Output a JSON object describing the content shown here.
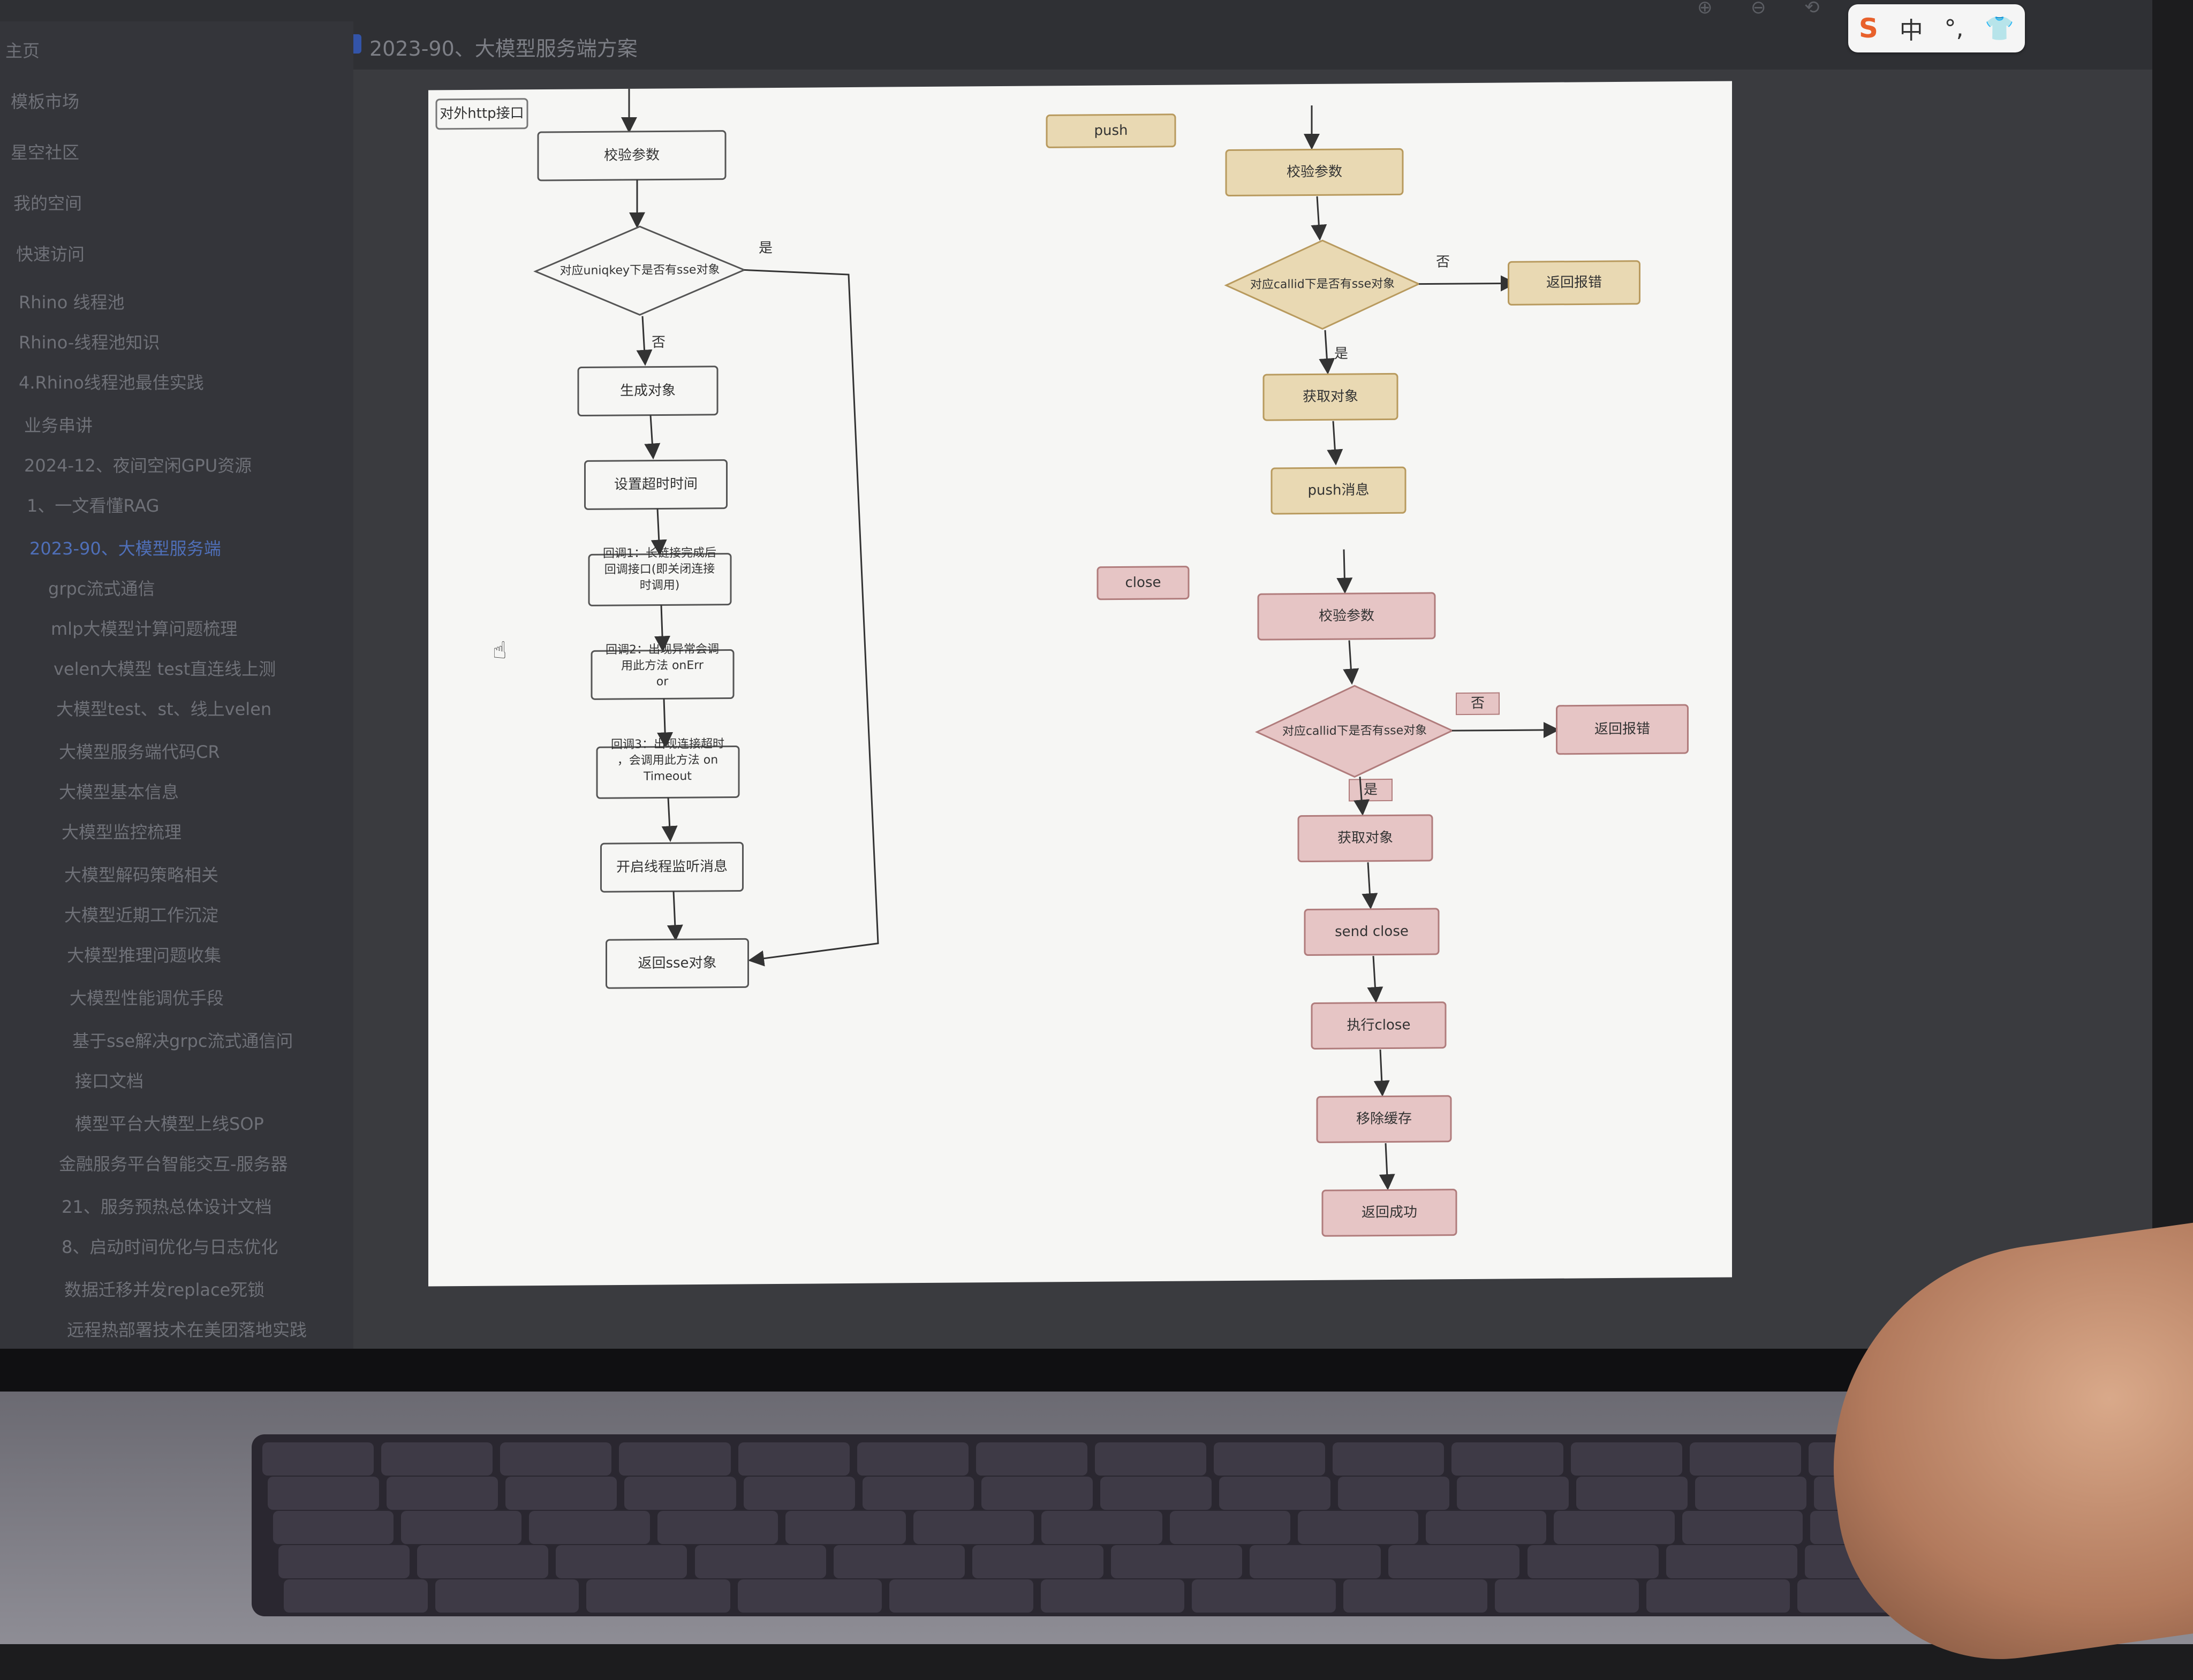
{
  "app": {
    "page_title": "2023-90、大模型服务端方案",
    "ime": {
      "logo": "S",
      "lang": "中",
      "punct": "°,",
      "skin": "👕"
    }
  },
  "sidebar": {
    "items": [
      {
        "label": "主页"
      },
      {
        "label": "模板市场"
      },
      {
        "label": "星空社区"
      },
      {
        "label": "我的空间"
      },
      {
        "label": "快速访问"
      },
      {
        "label": "Rhino 线程池"
      },
      {
        "label": "Rhino-线程池知识"
      },
      {
        "label": "4.Rhino线程池最佳实践"
      },
      {
        "label": "业务串讲"
      },
      {
        "label": "2024-12、夜间空闲GPU资源"
      },
      {
        "label": "1、一文看懂RAG"
      },
      {
        "label": "2023-90、大模型服务端"
      },
      {
        "label": "grpc流式通信"
      },
      {
        "label": "mlp大模型计算问题梳理"
      },
      {
        "label": "velen大模型 test直连线上测"
      },
      {
        "label": "大模型test、st、线上velen"
      },
      {
        "label": "大模型服务端代码CR"
      },
      {
        "label": "大模型基本信息"
      },
      {
        "label": "大模型监控梳理"
      },
      {
        "label": "大模型解码策略相关"
      },
      {
        "label": "大模型近期工作沉淀"
      },
      {
        "label": "大模型推理问题收集"
      },
      {
        "label": "大模型性能调优手段"
      },
      {
        "label": "基于sse解决grpc流式通信问"
      },
      {
        "label": "接口文档"
      },
      {
        "label": "模型平台大模型上线SOP"
      },
      {
        "label": "金融服务平台智能交互-服务器"
      },
      {
        "label": "21、服务预热总体设计文档"
      },
      {
        "label": "8、启动时间优化与日志优化"
      },
      {
        "label": "数据迁移并发replace死锁"
      },
      {
        "label": "远程热部署技术在美团落地实践"
      }
    ]
  },
  "diagram": {
    "left_flow": {
      "label": "对外http接口",
      "nodes": [
        "校验参数",
        "对应uniqkey下是否有sse对象",
        "生成对象",
        "设置超时时间",
        "回调1：长链接完成后回调接口(即关闭连接时调用)",
        "回调2：出现异常会调用此方法 onError",
        "回调3：出现连接超时，会调用此方法 onTimeout",
        "开启线程监听消息",
        "返回sse对象"
      ],
      "yes_label": "是",
      "no_label": "否"
    },
    "push_flow": {
      "label": "push",
      "nodes": [
        "校验参数",
        "对应callid下是否有sse对象",
        "返回报错",
        "获取对象",
        "push消息"
      ],
      "yes_label": "是",
      "no_label": "否"
    },
    "close_flow": {
      "label": "close",
      "nodes": [
        "校验参数",
        "对应callid下是否有sse对象",
        "返回报错",
        "获取对象",
        "send close",
        "执行close",
        "移除缓存",
        "返回成功"
      ],
      "yes_label": "是",
      "no_label": "否"
    },
    "colors": {
      "push_fill": "#e9d9b3",
      "push_stroke": "#b89a5e",
      "close_fill": "#e6c5c5",
      "close_stroke": "#b07c7c",
      "plain_stroke": "#555555"
    }
  }
}
